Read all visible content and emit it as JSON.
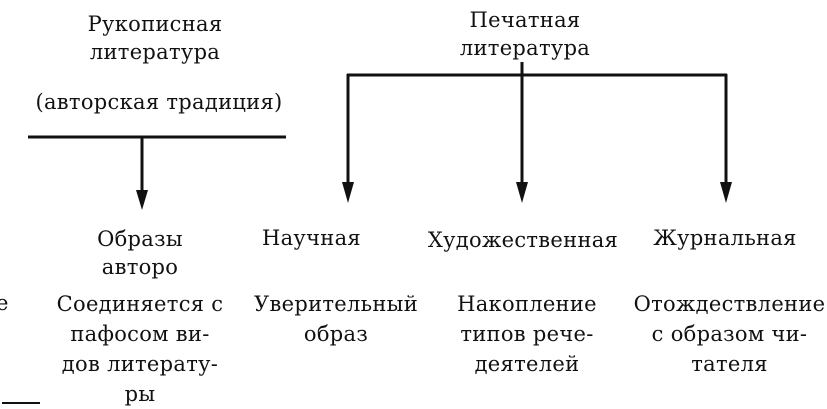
{
  "left_branch": {
    "title": "Рукописная\nлитература",
    "subtitle": "(авторская традиция)",
    "child_label": "Образы\nавторо",
    "child_desc": "Соединяется с\nпафосом ви-\nдов литерату-\nры"
  },
  "right_branch": {
    "title": "Печатная\nлитература",
    "children": [
      {
        "label": "Научная",
        "desc": "Уверительный\nобраз"
      },
      {
        "label": "Художественная",
        "desc": "Накопление\nтипов рече-\nдеятелей"
      },
      {
        "label": "Журнальная",
        "desc": "Отождествление\nс образом чи-\nтателя"
      }
    ]
  },
  "edge_fragment": "е"
}
